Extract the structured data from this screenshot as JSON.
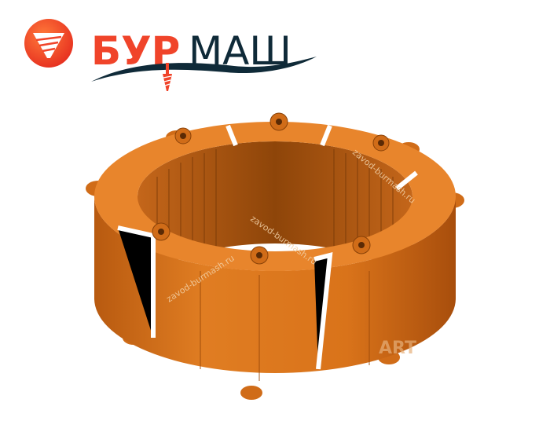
{
  "logo": {
    "part1": "БУР",
    "part2": "МАШ"
  },
  "watermarks": [
    "zavod-burmash.ru",
    "zavod-burmash.ru",
    "zavod-burmash.ru",
    "ART"
  ],
  "colors": {
    "brand_red": "#f0442a",
    "brand_dark": "#0f2a38",
    "product": "#d9731a"
  }
}
